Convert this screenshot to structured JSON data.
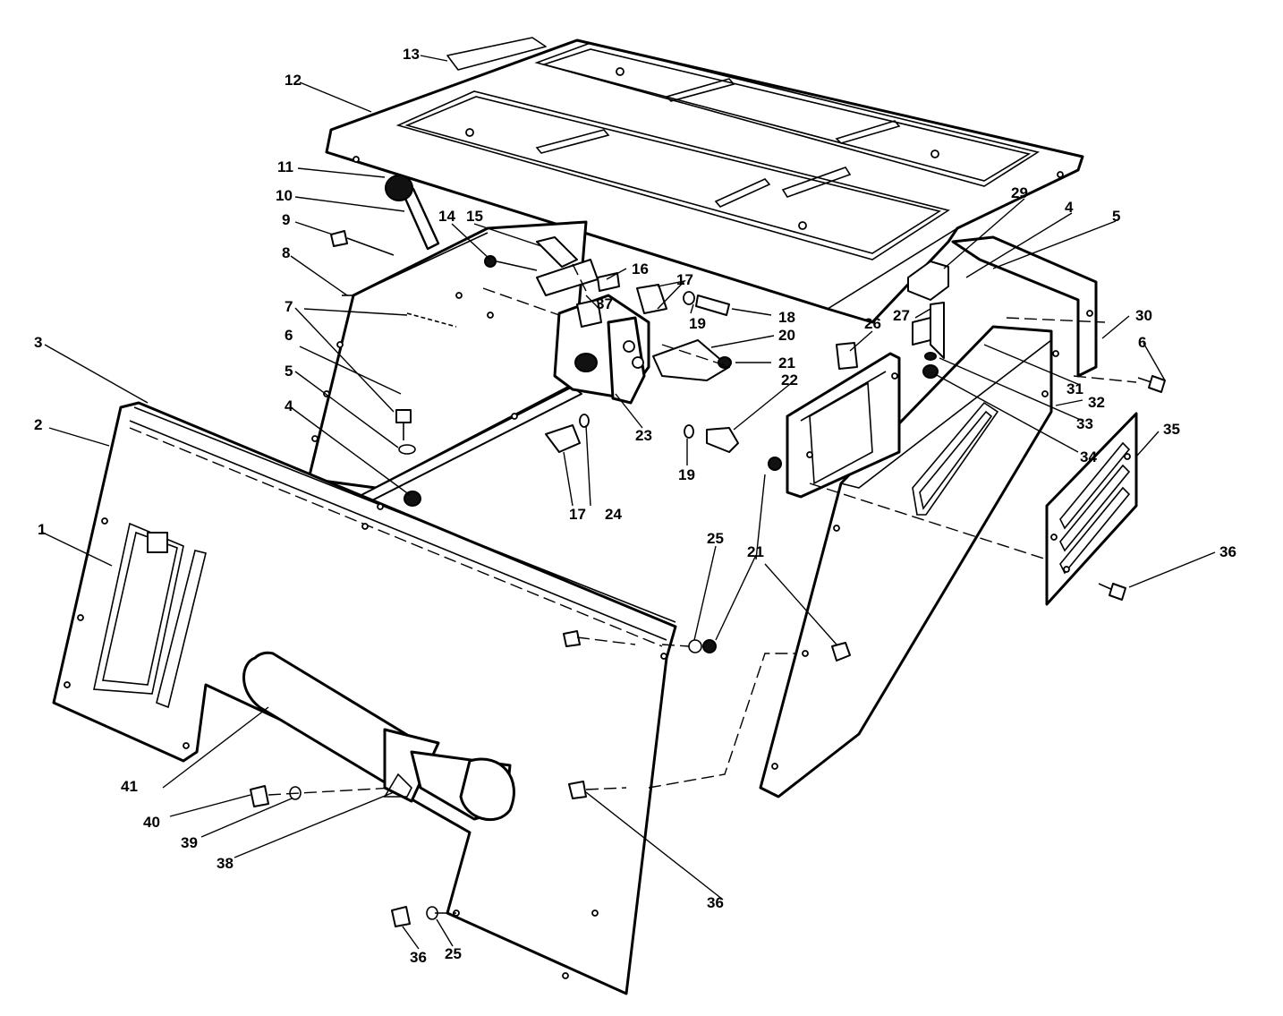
{
  "callouts": [
    {
      "id": "c1",
      "label": "1"
    },
    {
      "id": "c2",
      "label": "2"
    },
    {
      "id": "c3",
      "label": "3"
    },
    {
      "id": "c4a",
      "label": "4"
    },
    {
      "id": "c4b",
      "label": "4"
    },
    {
      "id": "c5a",
      "label": "5"
    },
    {
      "id": "c5b",
      "label": "5"
    },
    {
      "id": "c6a",
      "label": "6"
    },
    {
      "id": "c6b",
      "label": "6"
    },
    {
      "id": "c7",
      "label": "7"
    },
    {
      "id": "c8",
      "label": "8"
    },
    {
      "id": "c9",
      "label": "9"
    },
    {
      "id": "c10",
      "label": "10"
    },
    {
      "id": "c11",
      "label": "11"
    },
    {
      "id": "c12",
      "label": "12"
    },
    {
      "id": "c13",
      "label": "13"
    },
    {
      "id": "c14",
      "label": "14"
    },
    {
      "id": "c15",
      "label": "15"
    },
    {
      "id": "c16",
      "label": "16"
    },
    {
      "id": "c17a",
      "label": "17"
    },
    {
      "id": "c17b",
      "label": "17"
    },
    {
      "id": "c18",
      "label": "18"
    },
    {
      "id": "c19a",
      "label": "19"
    },
    {
      "id": "c19b",
      "label": "19"
    },
    {
      "id": "c20",
      "label": "20"
    },
    {
      "id": "c21a",
      "label": "21"
    },
    {
      "id": "c21b",
      "label": "21"
    },
    {
      "id": "c22",
      "label": "22"
    },
    {
      "id": "c23",
      "label": "23"
    },
    {
      "id": "c24",
      "label": "24"
    },
    {
      "id": "c25a",
      "label": "25"
    },
    {
      "id": "c25b",
      "label": "25"
    },
    {
      "id": "c26",
      "label": "26"
    },
    {
      "id": "c27",
      "label": "27"
    },
    {
      "id": "c29",
      "label": "29"
    },
    {
      "id": "c30",
      "label": "30"
    },
    {
      "id": "c31",
      "label": "31"
    },
    {
      "id": "c32",
      "label": "32"
    },
    {
      "id": "c33",
      "label": "33"
    },
    {
      "id": "c34",
      "label": "34"
    },
    {
      "id": "c35",
      "label": "35"
    },
    {
      "id": "c36a",
      "label": "36"
    },
    {
      "id": "c36b",
      "label": "36"
    },
    {
      "id": "c36c",
      "label": "36"
    },
    {
      "id": "c37",
      "label": "37"
    },
    {
      "id": "c38",
      "label": "38"
    },
    {
      "id": "c39",
      "label": "39"
    },
    {
      "id": "c40",
      "label": "40"
    },
    {
      "id": "c41",
      "label": "41"
    }
  ]
}
